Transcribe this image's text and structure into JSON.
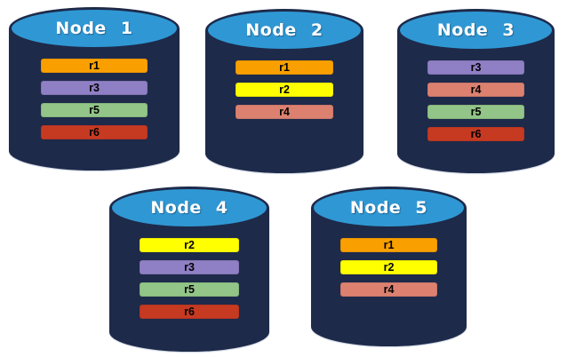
{
  "diagram": {
    "description": "Five database nodes holding replica partitions",
    "colors": {
      "background": "#FFFFFF",
      "cylinder_body": "#1E2A4A",
      "cylinder_top": "#2F98D4",
      "node_label_text": "#FFFFFF",
      "replica_label_text": "#000000"
    },
    "replica_colors": {
      "r1": "#F9A000",
      "r2": "#FFFF00",
      "r3": "#8F7FC4",
      "r4": "#DC8170",
      "r5": "#92C587",
      "r6": "#C63A22"
    },
    "nodes": [
      {
        "id": "node-1",
        "label": "Node 1",
        "replicas": [
          "r1",
          "r3",
          "r5",
          "r6"
        ]
      },
      {
        "id": "node-2",
        "label": "Node 2",
        "replicas": [
          "r1",
          "r2",
          "r4"
        ]
      },
      {
        "id": "node-3",
        "label": "Node 3",
        "replicas": [
          "r3",
          "r4",
          "r5",
          "r6"
        ]
      },
      {
        "id": "node-4",
        "label": "Node 4",
        "replicas": [
          "r2",
          "r3",
          "r5",
          "r6"
        ]
      },
      {
        "id": "node-5",
        "label": "Node 5",
        "replicas": [
          "r1",
          "r2",
          "r4"
        ]
      }
    ]
  }
}
